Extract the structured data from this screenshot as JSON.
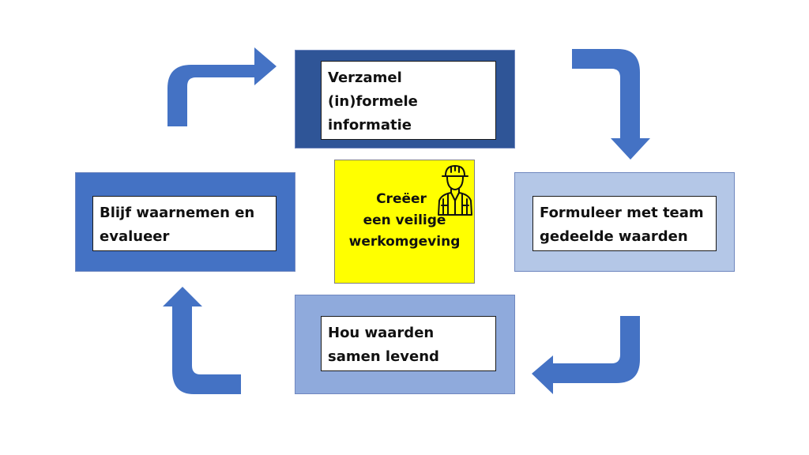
{
  "diagram": {
    "center": {
      "lines": [
        "Creëer",
        "een veilige",
        "werkomgeving"
      ],
      "icon": "construction-worker-icon",
      "background": "#ffff00"
    },
    "steps": [
      {
        "id": "top",
        "lines": [
          "Verzamel",
          "(in)formele",
          "informatie"
        ],
        "color": "#2f5597"
      },
      {
        "id": "right",
        "lines": [
          "Formuleer met team",
          "gedeelde waarden"
        ],
        "color": "#b4c7e7"
      },
      {
        "id": "bottom",
        "lines": [
          "Hou waarden",
          "samen levend"
        ],
        "color": "#8faadc"
      },
      {
        "id": "left",
        "lines": [
          "Blijf waarnemen en",
          "evalueer"
        ],
        "color": "#4472c4"
      }
    ],
    "arrow_color": "#4472c4",
    "arrows": [
      "arrow-left-to-top",
      "arrow-top-to-right",
      "arrow-right-to-bottom",
      "arrow-bottom-to-left"
    ]
  }
}
